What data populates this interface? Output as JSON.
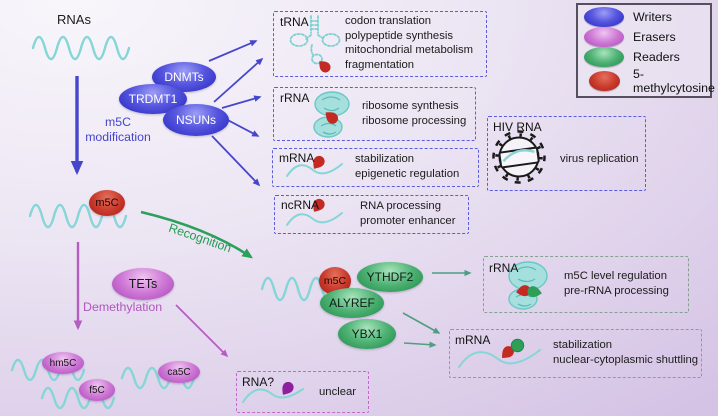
{
  "labels": {
    "rnas": "RNAs",
    "m5c_line1": "m5C",
    "m5c_line2": "modification",
    "recognition": "Recognition",
    "demethylation": "Demethylation"
  },
  "writers": [
    "DNMTs",
    "TRDMT1",
    "NSUNs"
  ],
  "erasers": {
    "enzyme": "TETs",
    "products": [
      "hm5C",
      "f5C",
      "ca5C"
    ]
  },
  "readers": [
    "YTHDF2",
    "ALYREF",
    "YBX1"
  ],
  "m5c_mark": "m5C",
  "boxes": {
    "trna": {
      "label": "tRNA",
      "lines": [
        "codon translation",
        "polypeptide synthesis",
        "mitochondrial metabolism",
        "fragmentation"
      ]
    },
    "rrna": {
      "label": "rRNA",
      "lines": [
        "ribosome synthesis",
        "ribosome processing"
      ]
    },
    "mrna": {
      "label": "mRNA",
      "lines": [
        "stabilization",
        "epigenetic regulation"
      ]
    },
    "ncrna": {
      "label": "ncRNA",
      "lines": [
        "RNA processing",
        "promoter enhancer"
      ]
    },
    "hiv": {
      "label": "HIV RNA",
      "lines": [
        "virus replication"
      ]
    },
    "rrna_reader": {
      "label": "rRNA",
      "lines": [
        "m5C level regulation",
        "pre-rRNA processing"
      ]
    },
    "mrna_reader": {
      "label": "mRNA",
      "lines": [
        "stabilization",
        "nuclear-cytoplasmic shuttling"
      ]
    },
    "rna_unknown": {
      "label": "RNA?",
      "lines": [
        "unclear"
      ]
    }
  },
  "legend": {
    "items": [
      {
        "label": "Writers",
        "color": "#3a3acb"
      },
      {
        "label": "Erasers",
        "color": "#bb58c6"
      },
      {
        "label": "Readers",
        "color": "#2f9e58"
      },
      {
        "label": "5-methylcytosine",
        "color": "#bf2a21"
      }
    ]
  },
  "colors": {
    "writer_blue": "#3a3acb",
    "eraser_magenta": "#bb58c6",
    "reader_green": "#2f9e58",
    "m5c_red": "#bf2a21",
    "rna_teal": "#85d6d6",
    "arrow_blue": "#4646cd",
    "arrow_purple": "#b55ec2",
    "arrow_green": "#2aa05a",
    "box_border_blue": "#5b5bdd",
    "box_border_gray_green": "#86a192",
    "box_border_magenta": "#c468cc"
  }
}
